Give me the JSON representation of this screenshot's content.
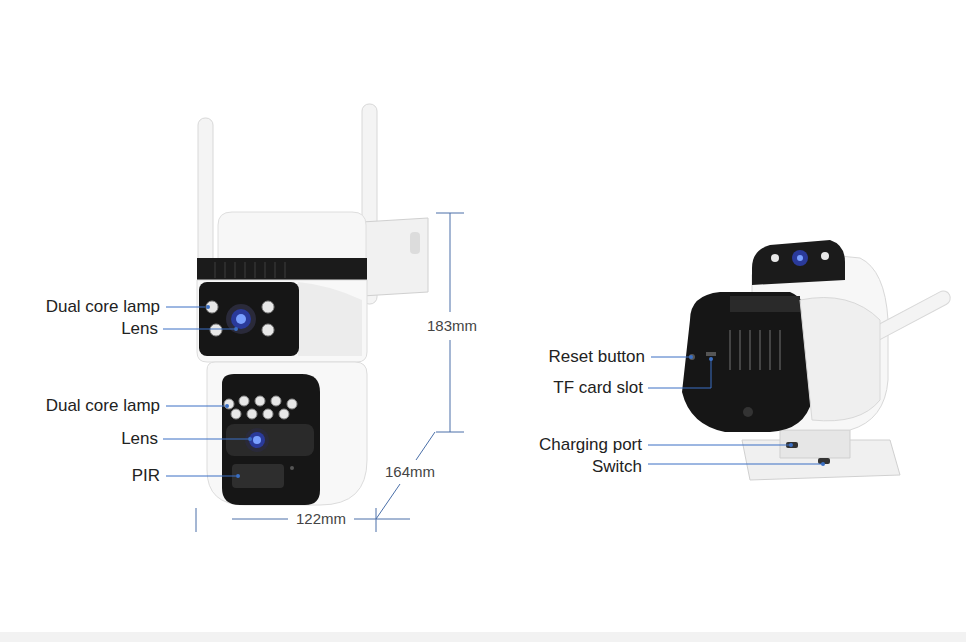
{
  "diagram": {
    "labels": [
      "Dual core lamp",
      "Lens",
      "Dual core lamp",
      "Lens",
      "PIR",
      "183mm",
      "164mm",
      "122mm",
      "Reset button",
      "TF card slot",
      "Charging port",
      "Switch"
    ]
  }
}
